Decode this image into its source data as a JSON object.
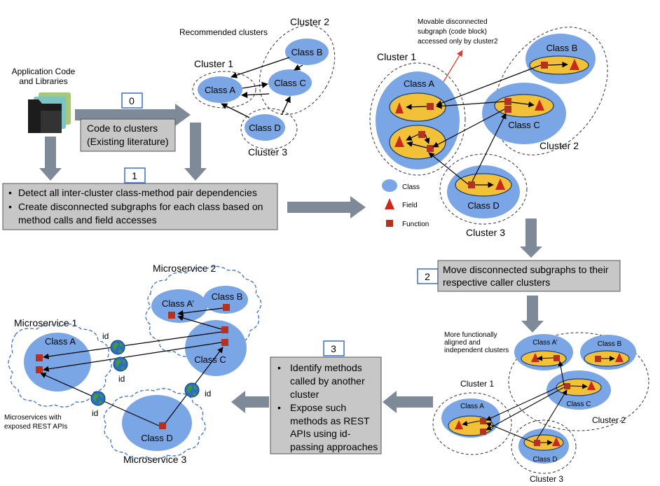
{
  "colors": {
    "class_fill": "#7aa6e6",
    "function_fill": "#b53220",
    "field_fill": "#c9281a",
    "inner_oval": "#f3c137",
    "grey_box": "#c7c7c7",
    "arrow_grey": "#7f8a99",
    "step_border": "#3b6fc6",
    "red_annotation": "#e53b2c"
  },
  "top_left": {
    "app_code_label": [
      "Application Code",
      "and Libraries"
    ],
    "step0_number": "0",
    "step0_box": [
      "Code to clusters",
      "(Existing literature)"
    ],
    "step1_number": "1",
    "step1_bullets": [
      "Detect all inter-cluster class-method pair dependencies",
      "Create disconnected subgraphs for each class based on",
      "method calls and field accesses"
    ]
  },
  "recommended": {
    "title": "Recommended clusters",
    "cluster1": "Cluster 1",
    "cluster2": "Cluster 2",
    "cluster3": "Cluster 3",
    "class_a": "Class A",
    "class_b": "Class B",
    "class_c": "Class C",
    "class_d": "Class D"
  },
  "detailed": {
    "annotation": [
      "Movable disconnected",
      "subgraph (code block)",
      "accessed only by cluster2"
    ],
    "cluster1": "Cluster 1",
    "cluster2": "Cluster 2",
    "cluster3": "Cluster 3",
    "class_a": "Class A",
    "class_b": "Class B",
    "class_c": "Class C",
    "class_d": "Class D",
    "legend_class": "Class",
    "legend_field": "Field",
    "legend_function": "Function"
  },
  "step2": {
    "number": "2",
    "box": [
      "Move disconnected subgraphs to their",
      "respective caller clusters"
    ]
  },
  "aligned": {
    "note": [
      "More functionally",
      "aligned and",
      "independent clusters"
    ],
    "cluster1": "Cluster 1",
    "cluster2": "Cluster 2",
    "cluster3": "Cluster 3",
    "class_a_prime": "Class A’",
    "class_a": "Class A",
    "class_b": "Class B",
    "class_c": "Class C",
    "class_d": "Class D"
  },
  "step3": {
    "number": "3",
    "bullets": [
      [
        "Identify methods",
        "called by another",
        "cluster"
      ],
      [
        "Expose such",
        "methods as REST",
        "APIs using id-",
        "passing approaches"
      ]
    ]
  },
  "microservices": {
    "ms1": "Microservice 1",
    "ms2": "Microservice 2",
    "ms3": "Microservice 3",
    "class_a": "Class A",
    "class_a_prime": "Class A’",
    "class_b": "Class B",
    "class_c": "Class C",
    "class_d": "Class D",
    "id_label": "id",
    "note": [
      "Microservices with",
      "exposed REST APIs"
    ]
  }
}
